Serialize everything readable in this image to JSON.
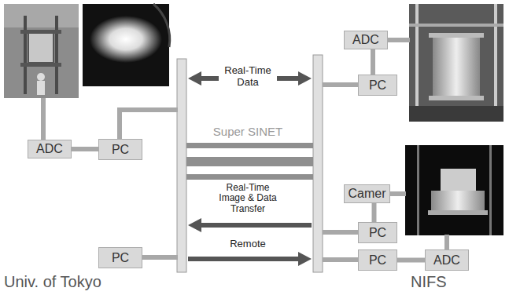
{
  "diagram": {
    "nodes": [
      {
        "text": [
          "ADC"
        ]
      },
      {
        "text": [
          "PC"
        ]
      },
      {
        "text": [
          "PC"
        ]
      },
      {
        "text": [
          "ADC"
        ]
      },
      {
        "text": [
          "PC"
        ]
      },
      {
        "text": [
          "Camer"
        ]
      },
      {
        "text": [
          "PC"
        ]
      },
      {
        "text": [
          "PC"
        ]
      },
      {
        "text": [
          "ADC"
        ]
      }
    ],
    "edges": [
      {
        "from": 0,
        "to": 1,
        "arrow": "none"
      },
      {
        "from": 3,
        "to": 4,
        "arrow": "none"
      },
      {
        "from": 5,
        "to": 6,
        "arrow": "none"
      },
      {
        "from": 7,
        "to": 8,
        "arrow": "none"
      }
    ],
    "labels": [
      "Real-Time Data",
      "Super SINET",
      "Real-Time Image & Data Transfer",
      "Remote",
      "Univ. of Tokyo",
      "NIFS"
    ]
  }
}
